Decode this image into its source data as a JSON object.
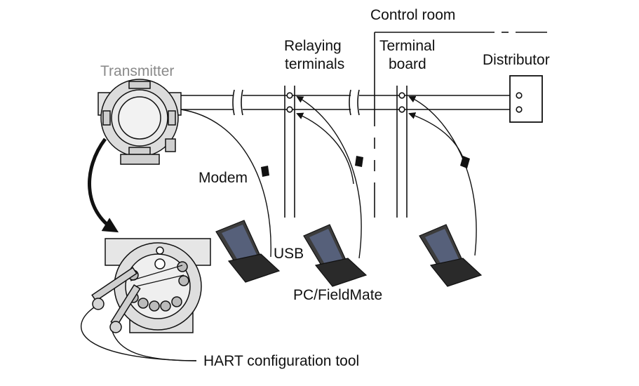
{
  "labels": {
    "control_room": "Control room",
    "relaying_line1": "Relaying",
    "relaying_line2": "terminals",
    "terminal_line1": "Terminal",
    "terminal_line2": "board",
    "distributor": "Distributor",
    "transmitter": "Transmitter",
    "modem": "Modem",
    "usb": "USB",
    "pc_fieldmate": "PC/FieldMate",
    "hart_tool": "HART configuration tool"
  },
  "colors": {
    "line": "#111111",
    "transmitter_label": "#8a8a8a",
    "device_grey": "#d9d9d9",
    "laptop_body": "#2a2a2a",
    "laptop_screen": "#5a6a8a"
  },
  "icons": [
    "transmitter-housing-icon",
    "terminal-housing-icon",
    "laptop-icon",
    "hart-probe-icon",
    "distributor-box-icon"
  ]
}
